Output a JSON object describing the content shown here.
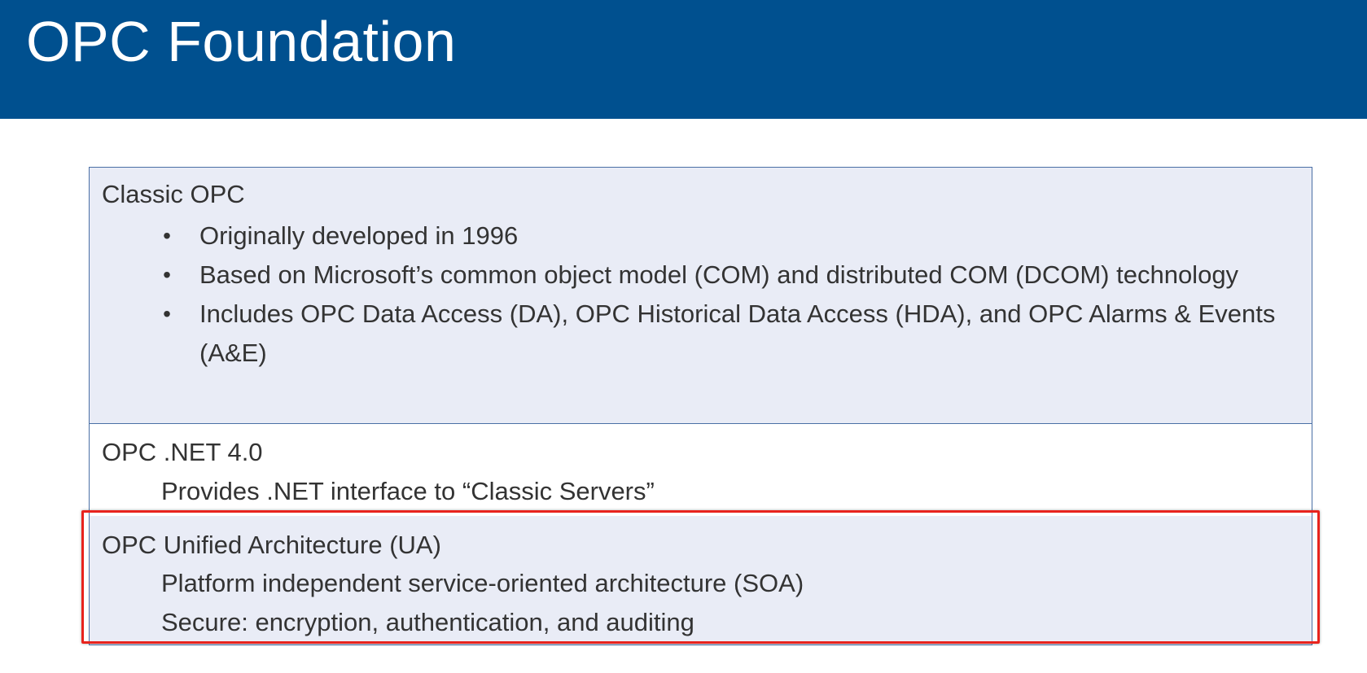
{
  "slide": {
    "title": "OPC Foundation",
    "colors": {
      "title_bar": "#00508f",
      "row_tint": "#e9ecf6",
      "highlight_border": "#e8231d"
    }
  },
  "table": {
    "rows": [
      {
        "heading": "Classic OPC",
        "bullets": [
          "Originally developed in 1996",
          "Based on Microsoft’s common object model (COM) and distributed COM (DCOM) technology",
          "Includes OPC Data Access (DA), OPC Historical Data Access (HDA), and OPC Alarms & Events (A&E)"
        ]
      },
      {
        "heading": "OPC .NET 4.0",
        "lines": [
          "Provides .NET interface to “Classic Servers”"
        ]
      },
      {
        "heading": "OPC Unified Architecture (UA)",
        "lines": [
          "Platform independent service-oriented architecture (SOA)",
          "Secure: encryption, authentication, and auditing"
        ],
        "highlighted": true
      }
    ]
  },
  "bullet_glyph": "•"
}
